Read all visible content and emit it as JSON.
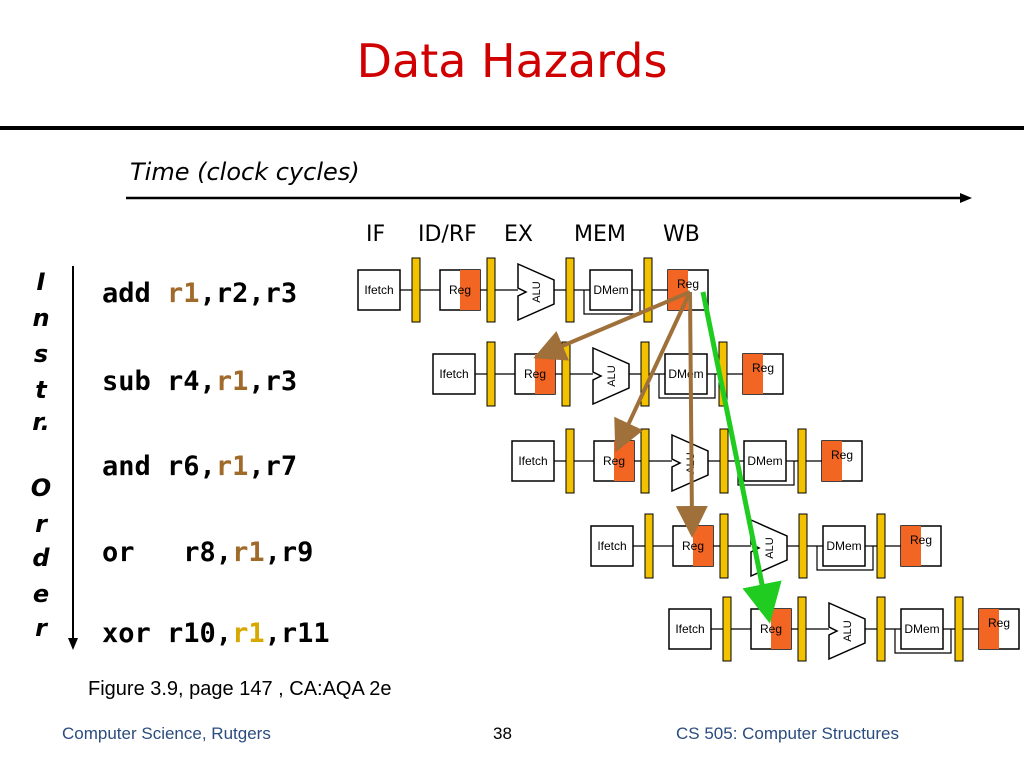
{
  "slide": {
    "title": "Data Hazards",
    "time_label": "Time (clock cycles)",
    "stages": [
      "IF",
      "ID/RF",
      "EX",
      "MEM",
      "WB"
    ],
    "vertical_label": [
      "I",
      "n",
      "s",
      "t",
      "r.",
      "O",
      "r",
      "d",
      "e",
      "r"
    ],
    "instructions": [
      {
        "op": "add",
        "pre": " ",
        "reg": "r1",
        "post": ",r2,r3",
        "dest": true
      },
      {
        "op": "sub",
        "pre": " r4,",
        "reg": "r1",
        "post": ",r3",
        "dest": false
      },
      {
        "op": "and",
        "pre": " r6,",
        "reg": "r1",
        "post": ",r7",
        "dest": false
      },
      {
        "op": "or",
        "pre": "   r8,",
        "reg": "r1",
        "post": ",r9",
        "dest": false
      },
      {
        "op": "xor",
        "pre": " r10,",
        "reg": "r1",
        "post": ",r11",
        "dest": false
      }
    ],
    "pipeline_labels": {
      "ifetch": "Ifetch",
      "reg": "Reg",
      "alu": "ALU",
      "dmem": "DMem"
    },
    "caption": "Figure 3.9, page 147 , CA:AQA 2e",
    "footer_left": "Computer Science, Rutgers",
    "footer_center": "38",
    "footer_right": "CS 505: Computer Structures",
    "colors": {
      "title": "#d10000",
      "register_highlight": "#a06a2a",
      "latch": "#f2c200",
      "reg_fill": "#f26522",
      "arrow_brown": "#a0703a",
      "arrow_green": "#1fcc1f",
      "footer_text": "#2b4c7e"
    }
  }
}
